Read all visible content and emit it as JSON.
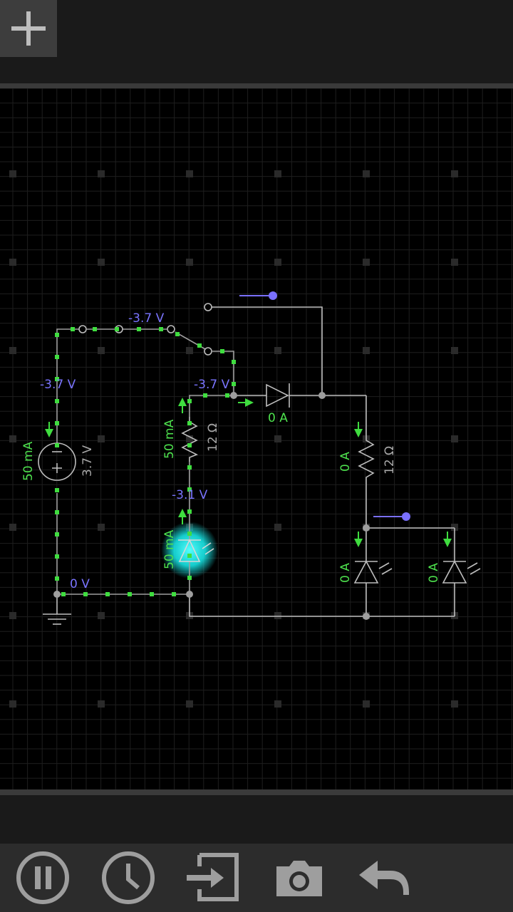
{
  "toolbar_top": {
    "add_icon": "plus-icon"
  },
  "toolbar_bottom": {
    "buttons": [
      {
        "id": "pause",
        "icon": "pause-icon"
      },
      {
        "id": "clock",
        "icon": "clock-icon"
      },
      {
        "id": "import",
        "icon": "import-icon"
      },
      {
        "id": "camera",
        "icon": "camera-icon"
      },
      {
        "id": "undo",
        "icon": "undo-icon"
      }
    ]
  },
  "circuit": {
    "voltage_labels": {
      "top_wire": "-3.7 V",
      "left_wire": "-3.7 V",
      "mid_node": "-3.7 V",
      "led_node": "-3.1 V",
      "ground_wire": "0 V"
    },
    "current_labels": {
      "battery": "50 mA",
      "resistor_left": "50 mA",
      "led_left": "50 mA",
      "diode": "0 A",
      "resistor_right": "0 A",
      "led_mid": "0 A",
      "led_right": "0 A"
    },
    "component_values": {
      "battery_voltage": "3.7 V",
      "resistor_left_value": "12 Ω",
      "resistor_right_value": "12 Ω"
    },
    "colors": {
      "background": "#000000",
      "grid": "#1e1e1e",
      "wire_idle": "#bdbdbd",
      "wire_active": "#9e9e9e",
      "current_dots": "#3fdd3f",
      "voltage_text": "#7a74ff",
      "current_text": "#4ee24e",
      "component_text": "#a8a8a8",
      "led_glow": "#19f0f0",
      "probe": "#7a70ff"
    }
  }
}
